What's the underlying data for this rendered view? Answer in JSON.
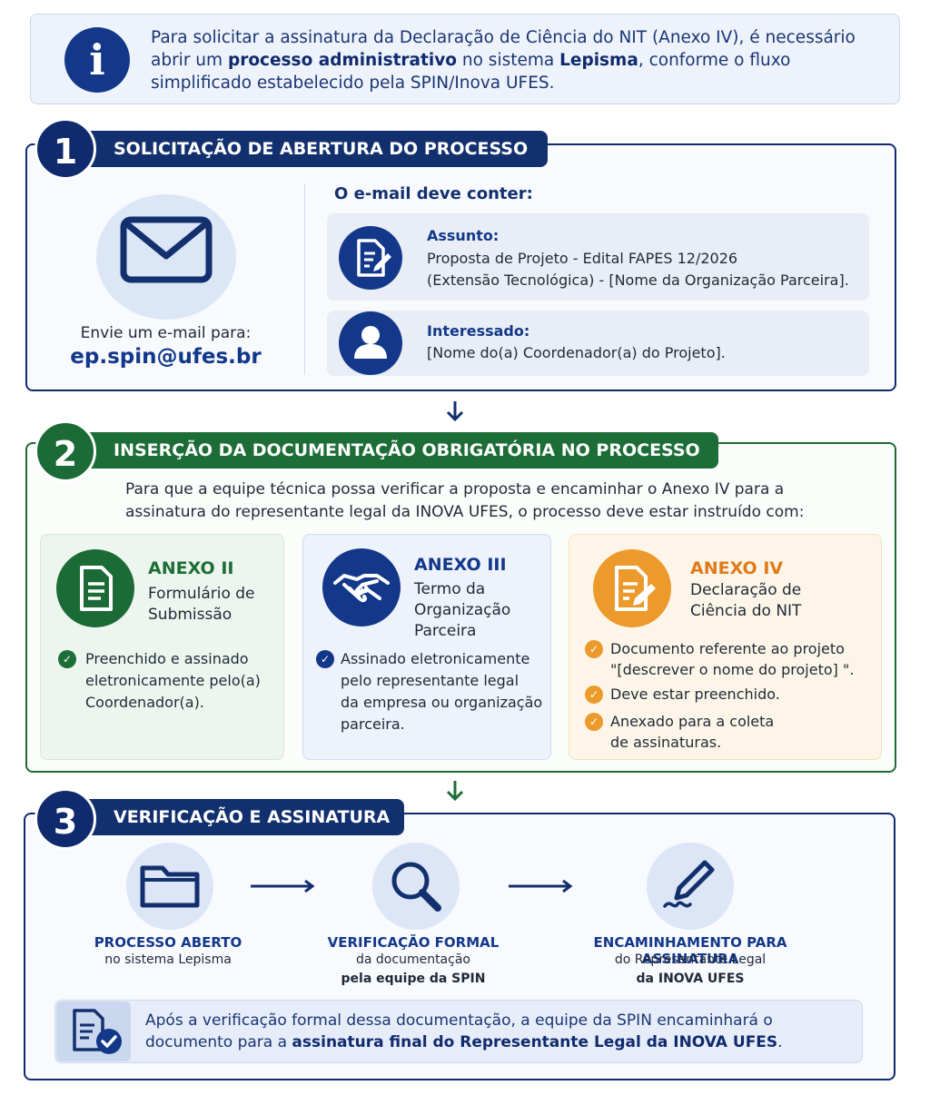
{
  "info": {
    "text_1": "Para solicitar a assinatura da Declaração de Ciência do NIT (Anexo IV), é necessário abrir um ",
    "bold_1": "processo administrativo",
    "text_2": " no sistema ",
    "bold_2": "Lepisma",
    "text_3": ", conforme o fluxo simplificado estabelecido pela SPIN/Inova UFES."
  },
  "step1": {
    "number": "1",
    "title": "SOLICITAÇÃO DE ABERTURA DO PROCESSO",
    "send_label": "Envie um e-mail para:",
    "email": "ep.spin@ufes.br",
    "heading": "O e-mail deve conter:",
    "assunto_label": "Assunto:",
    "assunto_line1": "Proposta de Projeto - Edital FAPES 12/2026",
    "assunto_line2": "(Extensão Tecnológica) - [Nome da Organização Parceira].",
    "interessado_label": "Interessado:",
    "interessado_text": "[Nome do(a) Coordenador(a) do Projeto]."
  },
  "step2": {
    "number": "2",
    "title": "INSERÇÃO DA DOCUMENTAÇÃO OBRIGATÓRIA NO PROCESSO",
    "intro_line1": "Para que a equipe técnica possa verificar a proposta e encaminhar o Anexo IV para a",
    "intro_line2": "assinatura do representante legal da INOVA UFES, o processo deve estar instruído com:",
    "anexo2": {
      "title": "ANEXO II",
      "sub1": "Formulário de",
      "sub2": "Submissão",
      "bullet_l1": "Preenchido e assinado",
      "bullet_l2": "eletronicamente pelo(a)",
      "bullet_l3": "Coordenador(a)."
    },
    "anexo3": {
      "title": "ANEXO III",
      "sub1": "Termo da",
      "sub2": "Organização",
      "sub3": "Parceira",
      "bullet_l1": "Assinado eletronicamente",
      "bullet_l2": "pelo representante legal",
      "bullet_l3": "da empresa ou organização",
      "bullet_l4": "parceira."
    },
    "anexo4": {
      "title": "ANEXO IV",
      "sub1": "Declaração de",
      "sub2": "Ciência do NIT",
      "b1_l1": "Documento referente ao projeto",
      "b1_l2": "\"[descrever o nome do projeto] \".",
      "b2": "Deve estar preenchido.",
      "b3_l1": "Anexado para a coleta",
      "b3_l2": "de assinaturas."
    }
  },
  "step3": {
    "number": "3",
    "title": "VERIFICAÇÃO E ASSINATURA",
    "s1_title": "PROCESSO ABERTO",
    "s1_sub": "no sistema Lepisma",
    "s2_title": "VERIFICAÇÃO FORMAL",
    "s2_sub": "da documentação",
    "s2_sub_bold": "pela equipe da SPIN",
    "s3_title": "ENCAMINHAMENTO PARA ASSINATURA",
    "s3_sub": "do Representante Legal",
    "s3_sub_bold": "da INOVA UFES",
    "final_1": "Após a verificação formal dessa documentação, a equipe da SPIN encaminhará o documento para a ",
    "final_bold": "assinatura final do Representante Legal da INOVA UFES",
    "final_2": "."
  },
  "colors": {
    "navy": "#13306e",
    "green": "#1d6d37",
    "orange": "#e07b1a",
    "light_blue": "#dbe6f7"
  }
}
